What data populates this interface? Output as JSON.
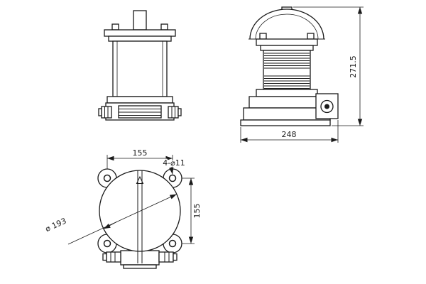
{
  "colors": {
    "background": "#ffffff",
    "line": "#1a1a1a"
  },
  "dims": {
    "overall_height": "271.5",
    "overall_width": "248",
    "hole_pitch_x": "155",
    "hole_pitch_y": "155",
    "flange_diameter": "⌀ 193",
    "mounting_holes": "4-⌀11"
  }
}
